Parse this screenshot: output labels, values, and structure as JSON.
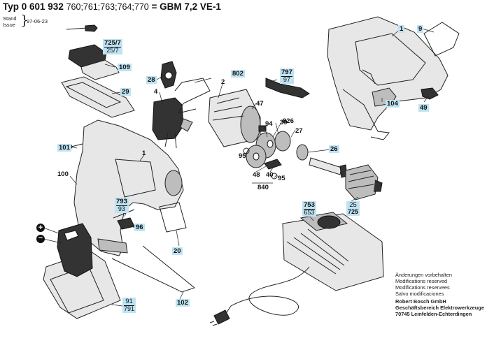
{
  "header": {
    "typ_prefix": "Typ",
    "part_number": "0 601 932",
    "models": "760;761;763;764;770",
    "equals_name": "= GBM 7,2 VE-1",
    "stand_label_de": "Stand",
    "stand_label_en": "Issue",
    "issue_date": "97-06-23"
  },
  "parts": {
    "p1_top": "1",
    "p9": "9",
    "p725_7": "725/7",
    "p25_7": "25/7",
    "p109": "109",
    "p29": "29",
    "p28": "28",
    "p4": "4",
    "p802": "802",
    "p2": "2",
    "p797": "797",
    "p97": "97",
    "p104": "104",
    "p49": "49",
    "p47": "47",
    "p826": "826",
    "p39": "39",
    "p27": "27",
    "p94": "94",
    "p26": "26",
    "p101": "101",
    "p1_mid": "1",
    "p95a": "95",
    "p100": "100",
    "p48": "48",
    "p40": "40",
    "p95b": "95",
    "p840": "840",
    "p25": "25",
    "p725": "725",
    "p793": "793",
    "p93": "93",
    "p96": "96",
    "p753": "753",
    "p653": "653",
    "p20": "20",
    "p91": "91",
    "p791": "791",
    "p102": "102",
    "plus": "+",
    "minus": "−"
  },
  "footer": {
    "line1": "Änderungen vorbehalten",
    "line2": "Modifications reserved",
    "line3": "Modifications reservees",
    "line4": "Salvo modificaciones",
    "company1": "Robert Bosch GmbH",
    "company2": "Geschäftsbereich Elektrowerkzeuge",
    "company3": "70745 Leinfelden-Echterdingen"
  },
  "colors": {
    "label_bg": "#bfe3f3",
    "line": "#222222"
  }
}
